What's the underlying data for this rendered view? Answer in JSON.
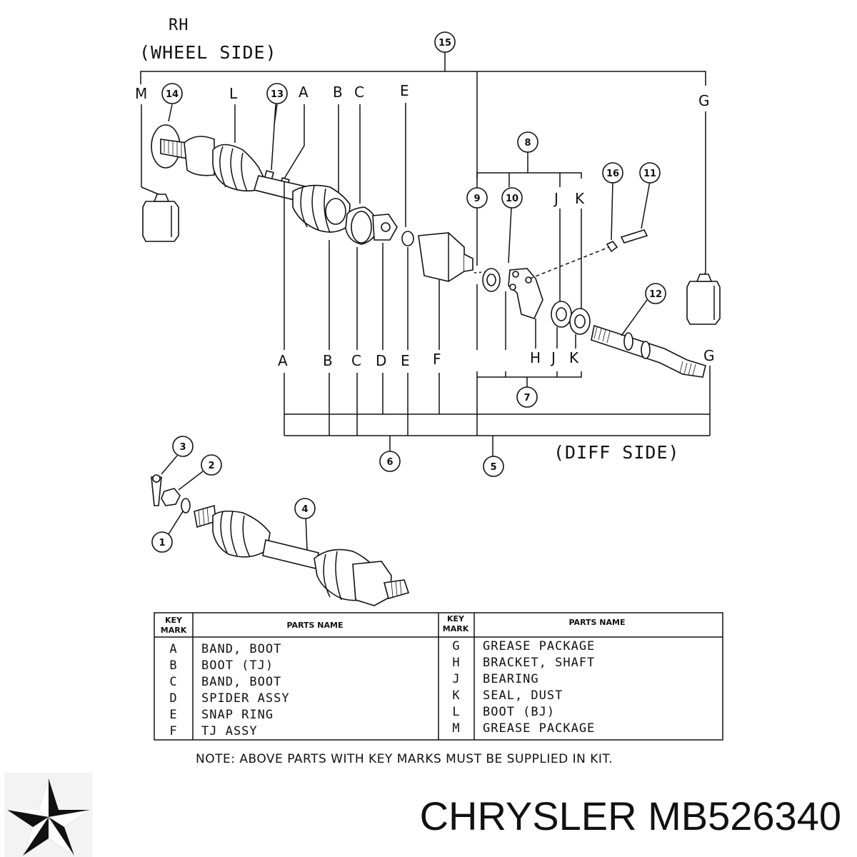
{
  "header": {
    "side": "RH",
    "wheel_side": "(WHEEL SIDE)",
    "diff_side": "(DIFF SIDE)"
  },
  "callouts": [
    "1",
    "2",
    "3",
    "4",
    "5",
    "6",
    "7",
    "8",
    "9",
    "10",
    "11",
    "12",
    "13",
    "14",
    "15",
    "16"
  ],
  "top_marks": [
    "M",
    "L",
    "A",
    "B",
    "C",
    "E",
    "G",
    "J",
    "K"
  ],
  "bottom_marks": [
    "A",
    "B",
    "C",
    "D",
    "E",
    "F",
    "H",
    "J",
    "K",
    "G"
  ],
  "table": {
    "headers": {
      "key": [
        "KEY",
        "MARK"
      ],
      "name": "PARTS NAME"
    },
    "left": [
      {
        "key": "A",
        "name": "BAND, BOOT"
      },
      {
        "key": "B",
        "name": "BOOT (TJ)"
      },
      {
        "key": "C",
        "name": "BAND, BOOT"
      },
      {
        "key": "D",
        "name": "SPIDER ASSY"
      },
      {
        "key": "E",
        "name": "SNAP RING"
      },
      {
        "key": "F",
        "name": "TJ ASSY"
      }
    ],
    "right": [
      {
        "key": "G",
        "name": "GREASE PACKAGE"
      },
      {
        "key": "H",
        "name": "BRACKET, SHAFT"
      },
      {
        "key": "J",
        "name": "BEARING"
      },
      {
        "key": "K",
        "name": "SEAL, DUST"
      },
      {
        "key": "L",
        "name": "BOOT (BJ)"
      },
      {
        "key": "M",
        "name": "GREASE PACKAGE"
      }
    ],
    "note": "NOTE: ABOVE PARTS WITH KEY MARKS MUST BE SUPPLIED IN KIT."
  },
  "brand": {
    "text": "CHRYSLER MB526340",
    "logo": "chrysler-pentastar-logo"
  }
}
